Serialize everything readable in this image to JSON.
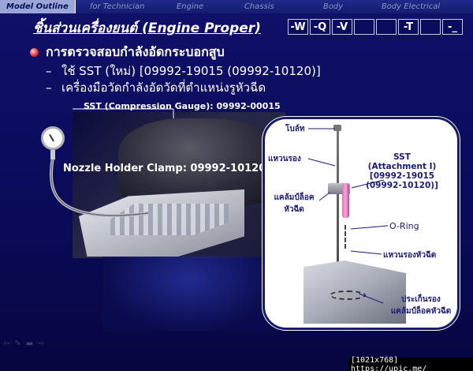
{
  "nav": {
    "items": [
      {
        "label": "Model Outline",
        "active": true
      },
      {
        "label": "for Technician",
        "active": false
      },
      {
        "label": "Engine",
        "active": false
      },
      {
        "label": "Chassis",
        "active": false
      },
      {
        "label": "Body",
        "active": false
      },
      {
        "label": "Body Electrical",
        "active": false
      }
    ]
  },
  "header": {
    "title": "ชิ้นส่วนเครื่องยนต์ (Engine Proper)",
    "tabs": [
      "-W",
      "-Q",
      "-V",
      "",
      "",
      "-T",
      "",
      "-_"
    ]
  },
  "content": {
    "bullet": "การตรวจสอบกำลังอัดกระบอกสูบ",
    "sub1": "ใช้ SST (ใหม่) [09992-19015 (09992-10120)]",
    "sub2": "เครื่องมือวัดกำลังอัดวัดที่ตำแหน่งรูหัวฉีด",
    "dash": "–"
  },
  "illustration": {
    "gauge_label": "SST (Compression Gauge): 09992-00015",
    "clamp_label": "Nozzle Holder Clamp: 09992-10120",
    "detail": {
      "bolt": "โบล์ท",
      "washer": "แหวนรอง",
      "clamp_line1": "แคล้มป์ล็อค",
      "clamp_line2": "หัวฉีด",
      "sst_line1": "SST",
      "sst_line2": "(Attachment I)",
      "sst_line3": "[09992-19015",
      "sst_line4": "(09992-10120)]",
      "oring": "O-Ring",
      "nozzle_washer": "แหวนรองหัวฉีด",
      "seat_line1": "ประเก็นรอง",
      "seat_line2": "แคล้มป์ล็อคหัวฉีด"
    }
  },
  "watermark": "[1021x768] https://upic.me/"
}
